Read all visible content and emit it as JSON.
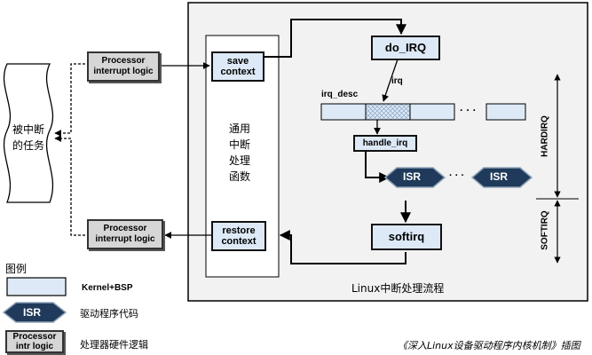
{
  "task": {
    "label_line1": "被中断",
    "label_line2": "的任务"
  },
  "processor_top": {
    "line1": "Processor",
    "line2": "interrupt logic"
  },
  "processor_bottom": {
    "line1": "Processor",
    "line2": "interrupt logic"
  },
  "save_context": {
    "line1": "save",
    "line2": "context"
  },
  "restore_context": {
    "line1": "restore",
    "line2": "context"
  },
  "common_handler": {
    "line1": "通用",
    "line2": "中断",
    "line3": "处理",
    "line4": "函数"
  },
  "do_irq": "do_IRQ",
  "irq_arrow_label": "irq",
  "irq_desc_label": "irq_desc",
  "irq_desc_ellipsis": "· · ·",
  "handle_irq": "handle_irq",
  "isr_1": "ISR",
  "isr_dots": "· · ·",
  "isr_2": "ISR",
  "softirq": "softirq",
  "hardirq_label": "HARDIRQ",
  "softirq_side_label": "SOFTIRQ",
  "main_caption": "Linux中断处理流程",
  "legend": {
    "title": "图例",
    "blue_box_label": "Kernel+BSP",
    "isr_symbol": "ISR",
    "isr_label": "驱动程序代码",
    "gray_box_line1": "Processor",
    "gray_box_line2": "intr logic",
    "gray_box_label": "处理器硬件逻辑"
  },
  "source_caption": "《深入Linux设备驱动程序内核机制》插图",
  "colors": {
    "blue_box": "#dde9f6",
    "gray_box": "#d6d6d6",
    "isr_fill": "#1f3a5a",
    "panel": "#f2f2f2"
  }
}
